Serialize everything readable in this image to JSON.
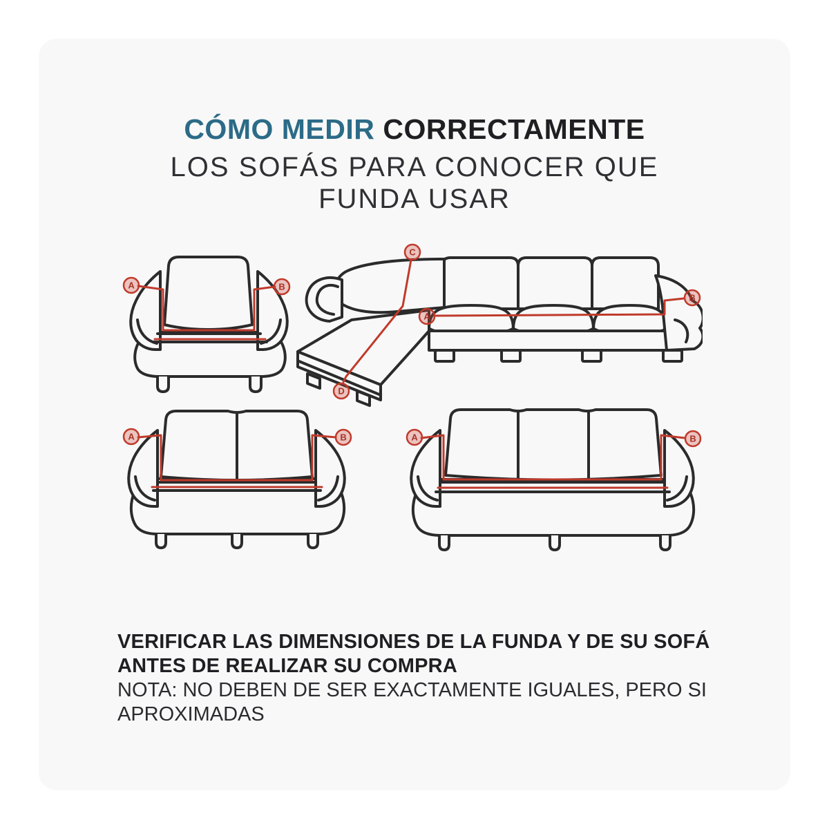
{
  "colors": {
    "page_background": "#ffffff",
    "card_background": "#f8f8f8",
    "title_accent": "#2b6b87",
    "title_dark": "#1f1f23",
    "subtitle_text": "#303034",
    "line_art": "#2b2b2b",
    "measure_red": "#c03a2b"
  },
  "title": {
    "accent": "CÓMO MEDIR",
    "bold_rest": "CORRECTAMENTE",
    "line2": "LOS SOFÁS PARA CONOCER QUE",
    "line3": "FUNDA USAR"
  },
  "markers": {
    "a": "A",
    "b": "B",
    "c": "C",
    "d": "D"
  },
  "footer": {
    "bold_line1": "VERIFICAR LAS DIMENSIONES DE LA FUNDA Y DE SU SOFÁ",
    "bold_line2": "ANTES DE REALIZAR SU COMPRA",
    "note_line1": "NOTA: NO DEBEN DE SER EXACTAMENTE IGUALES, PERO SI",
    "note_line2": "APROXIMADAS"
  }
}
